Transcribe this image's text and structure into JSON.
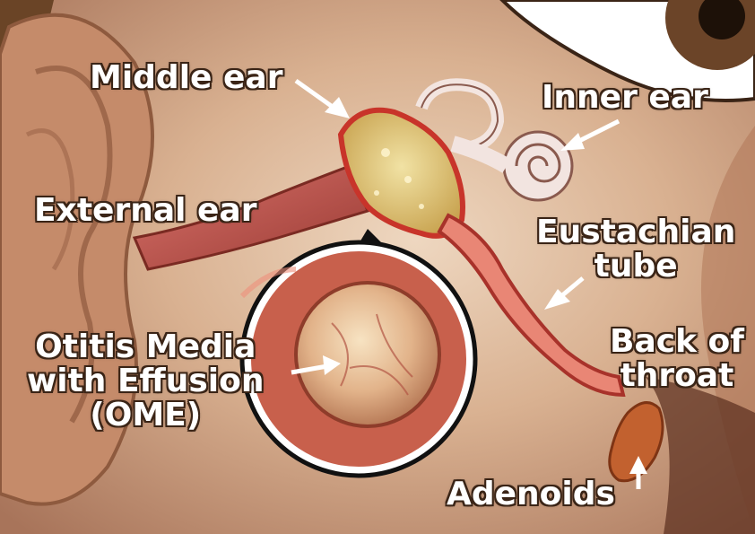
{
  "labels": {
    "middle_ear": "Middle ear",
    "inner_ear": "Inner ear",
    "external_ear": "External ear",
    "eustachian_tube": [
      "Eustachian",
      "tube"
    ],
    "back_of_throat": [
      "Back of",
      "throat"
    ],
    "ome": [
      "Otitis Media",
      "with Effusion",
      "(OME)"
    ],
    "adenoids": "Adenoids"
  },
  "colors": {
    "skin": "#c89a7a",
    "tube": "#e4776a",
    "tube_outline": "#a8322a",
    "effusion": "#d9c07a",
    "label_text": "#ffffff",
    "label_outline": "#3a2416"
  }
}
